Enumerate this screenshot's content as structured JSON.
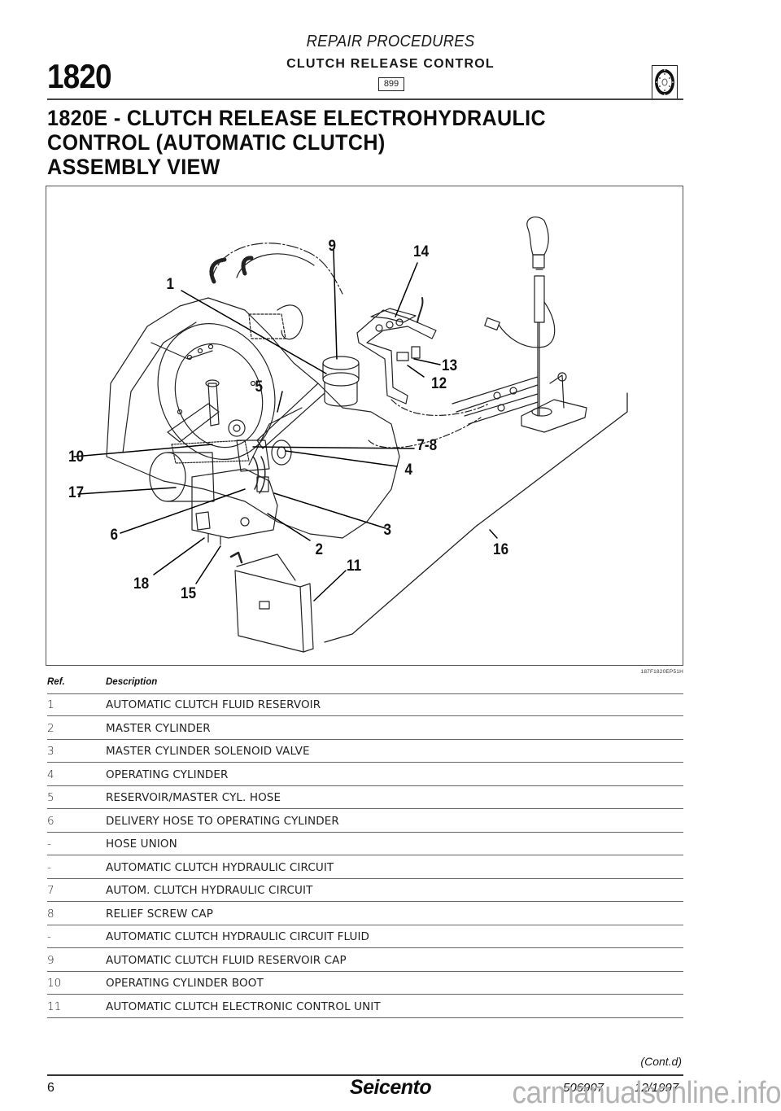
{
  "header": {
    "section_code": "1820",
    "category": "REPAIR PROCEDURES",
    "subcategory": "CLUTCH RELEASE CONTROL",
    "model_code": "899",
    "icon": "clutch-disc-icon"
  },
  "title": {
    "line1": "1820E - CLUTCH RELEASE ELECTROHYDRAULIC",
    "line2": "CONTROL (AUTOMATIC CLUTCH)",
    "line3": "ASSEMBLY VIEW"
  },
  "figure": {
    "code": "187F1820EP51H",
    "callouts": [
      "1",
      "9",
      "14",
      "13",
      "12",
      "5",
      "10",
      "7-8",
      "4",
      "17",
      "6",
      "3",
      "2",
      "16",
      "11",
      "18",
      "15"
    ]
  },
  "table": {
    "headers": {
      "ref": "Ref.",
      "description": "Description"
    },
    "rows": [
      {
        "ref": "1",
        "description": "AUTOMATIC CLUTCH FLUID RESERVOIR"
      },
      {
        "ref": "2",
        "description": "MASTER CYLINDER"
      },
      {
        "ref": "3",
        "description": "MASTER CYLINDER SOLENOID VALVE"
      },
      {
        "ref": "4",
        "description": "OPERATING CYLINDER"
      },
      {
        "ref": "5",
        "description": "RESERVOIR/MASTER CYL. HOSE"
      },
      {
        "ref": "6",
        "description": "DELIVERY HOSE TO OPERATING CYLINDER"
      },
      {
        "ref": "-",
        "description": "HOSE UNION"
      },
      {
        "ref": "-",
        "description": "AUTOMATIC CLUTCH HYDRAULIC CIRCUIT"
      },
      {
        "ref": "7",
        "description": "AUTOM. CLUTCH HYDRAULIC CIRCUIT"
      },
      {
        "ref": "8",
        "description": "RELIEF SCREW CAP"
      },
      {
        "ref": "-",
        "description": "AUTOMATIC CLUTCH HYDRAULIC CIRCUIT FLUID"
      },
      {
        "ref": "9",
        "description": "AUTOMATIC CLUTCH FLUID RESERVOIR CAP"
      },
      {
        "ref": "10",
        "description": "OPERATING CYLINDER BOOT"
      },
      {
        "ref": "11",
        "description": "AUTOMATIC CLUTCH ELECTRONIC CONTROL UNIT"
      }
    ],
    "continued": "(Cont.d)"
  },
  "footer": {
    "page": "6",
    "brand": "Seicento",
    "doc_number": "506907",
    "date": "12/1997"
  },
  "watermark": "carmanualsonline.info"
}
